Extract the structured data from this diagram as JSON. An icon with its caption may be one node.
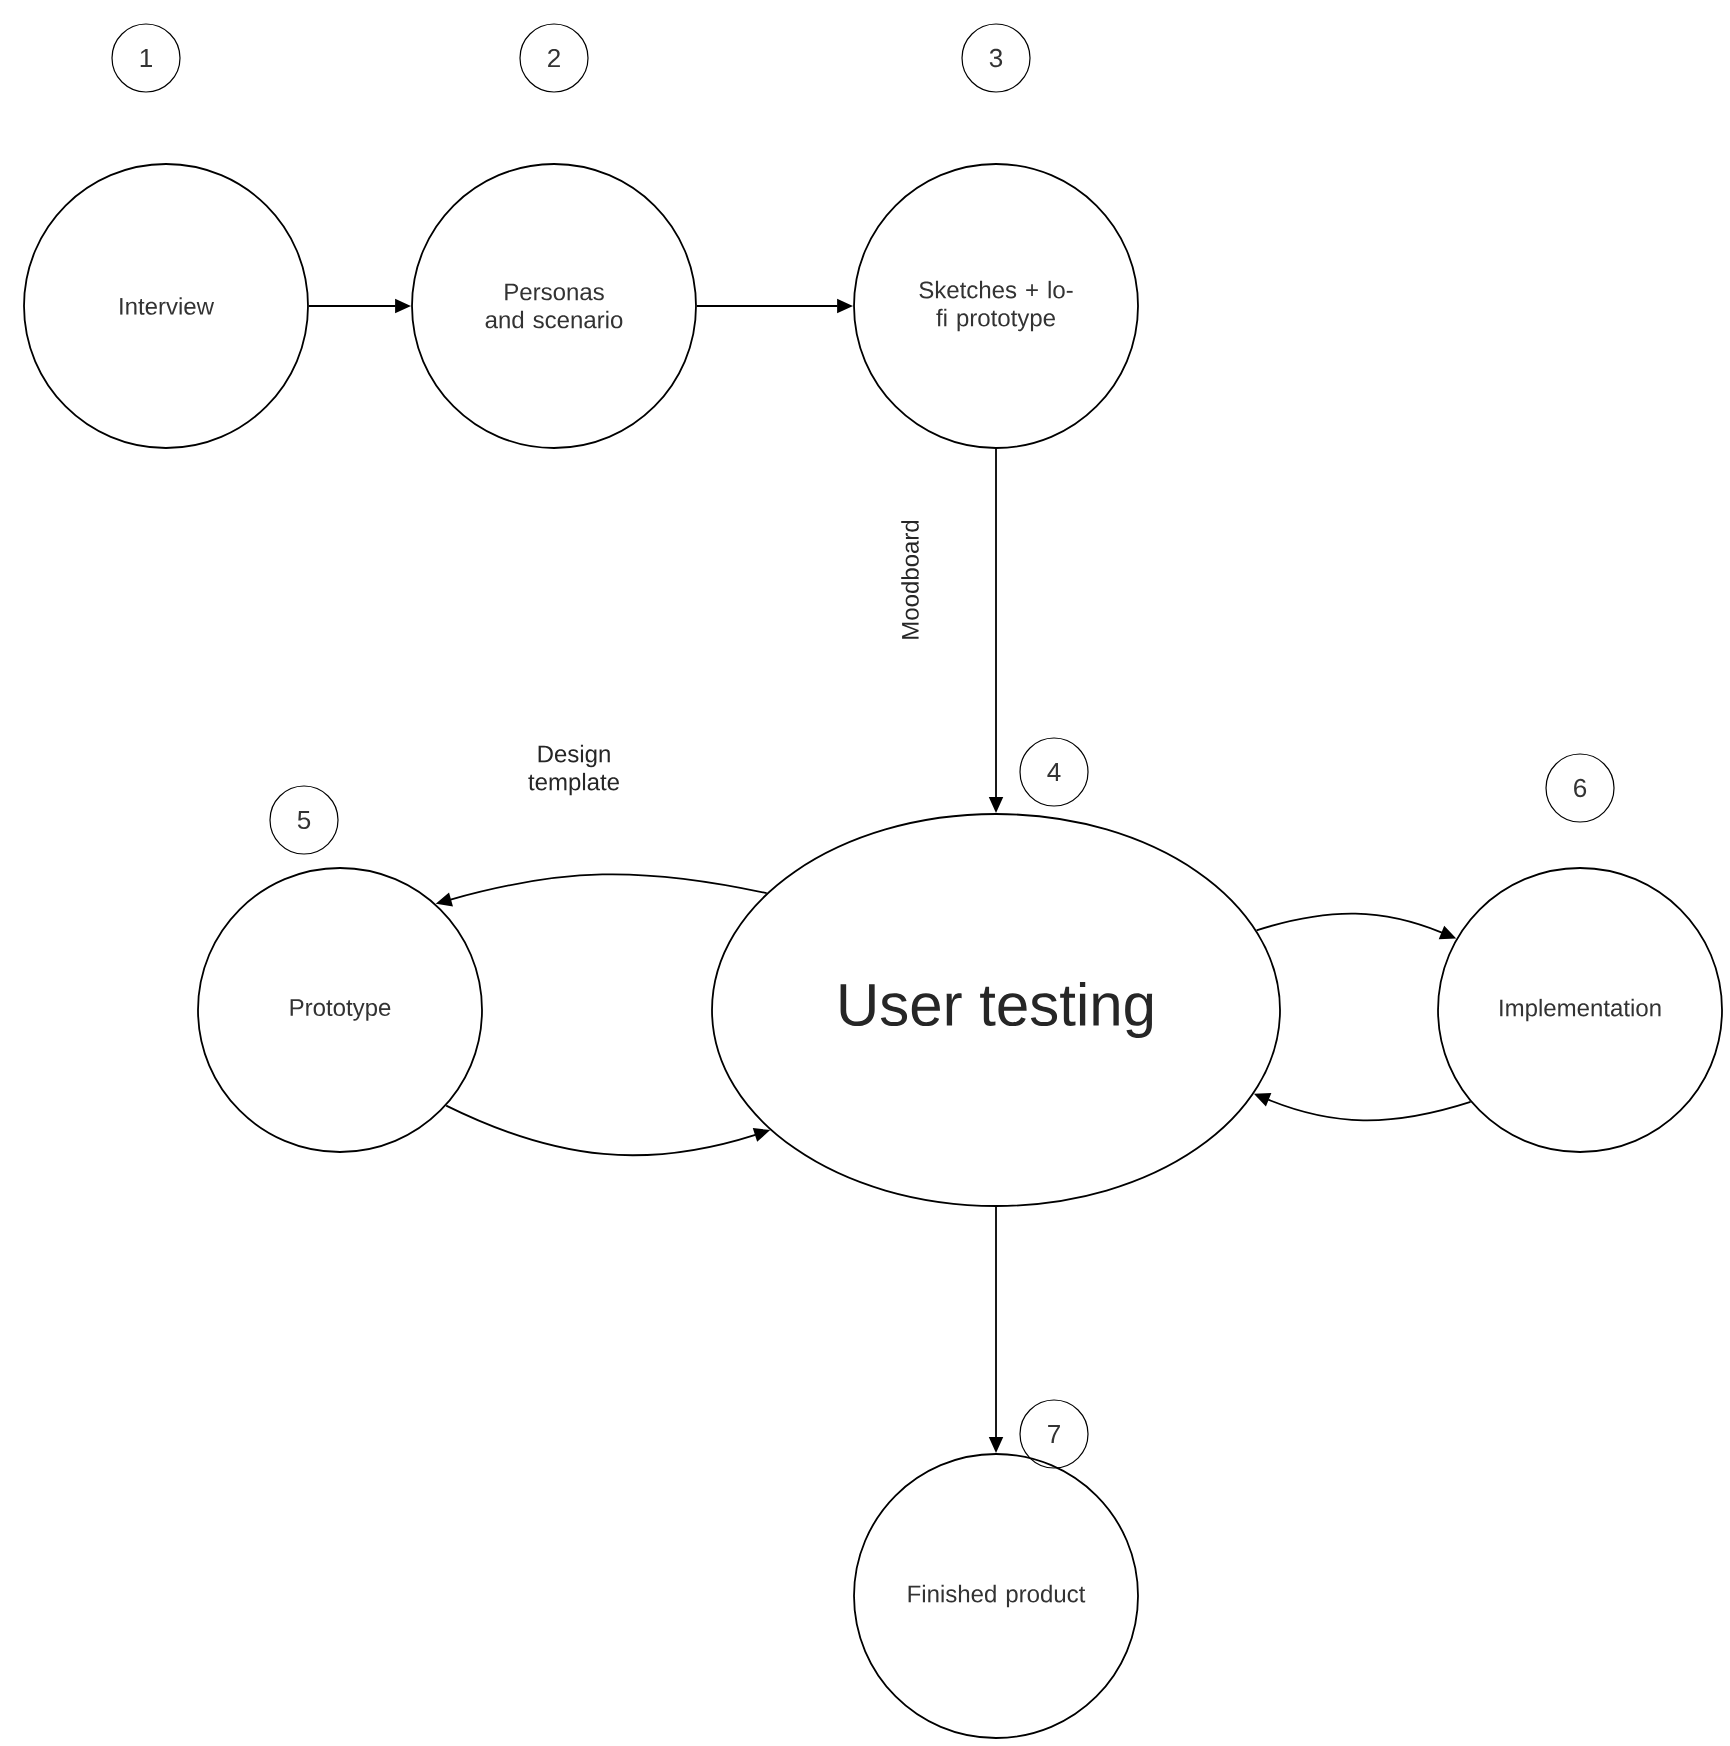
{
  "diagram": {
    "nodes": [
      {
        "text": [
          "1"
        ]
      },
      {
        "text": [
          "2"
        ]
      },
      {
        "text": [
          "3"
        ]
      },
      {
        "text": [
          "Interview"
        ]
      },
      {
        "text": [
          "Personas and scenario"
        ]
      },
      {
        "text": [
          "Sketches + lo-fi prototype"
        ]
      },
      {
        "text": [
          "5"
        ]
      },
      {
        "text": [
          "4"
        ]
      },
      {
        "text": [
          "6"
        ]
      },
      {
        "text": [
          "Prototype"
        ]
      },
      {
        "text": [
          "User testing"
        ]
      },
      {
        "text": [
          "Implementation"
        ]
      },
      {
        "text": [
          "7"
        ]
      },
      {
        "text": [
          "Finished product"
        ]
      }
    ],
    "edges": [
      {
        "from": 3,
        "to": 4,
        "arrow": "to"
      },
      {
        "from": 4,
        "to": 5,
        "arrow": "to"
      },
      {
        "from": 5,
        "to": 10,
        "arrow": "to",
        "label": "Moodboard"
      },
      {
        "from": 10,
        "to": 9,
        "arrow": "to",
        "label": "Design template"
      },
      {
        "from": 9,
        "to": 10,
        "arrow": "to"
      },
      {
        "from": 10,
        "to": 11,
        "arrow": "to"
      },
      {
        "from": 11,
        "to": 10,
        "arrow": "to"
      },
      {
        "from": 10,
        "to": 13,
        "arrow": "to"
      }
    ]
  }
}
